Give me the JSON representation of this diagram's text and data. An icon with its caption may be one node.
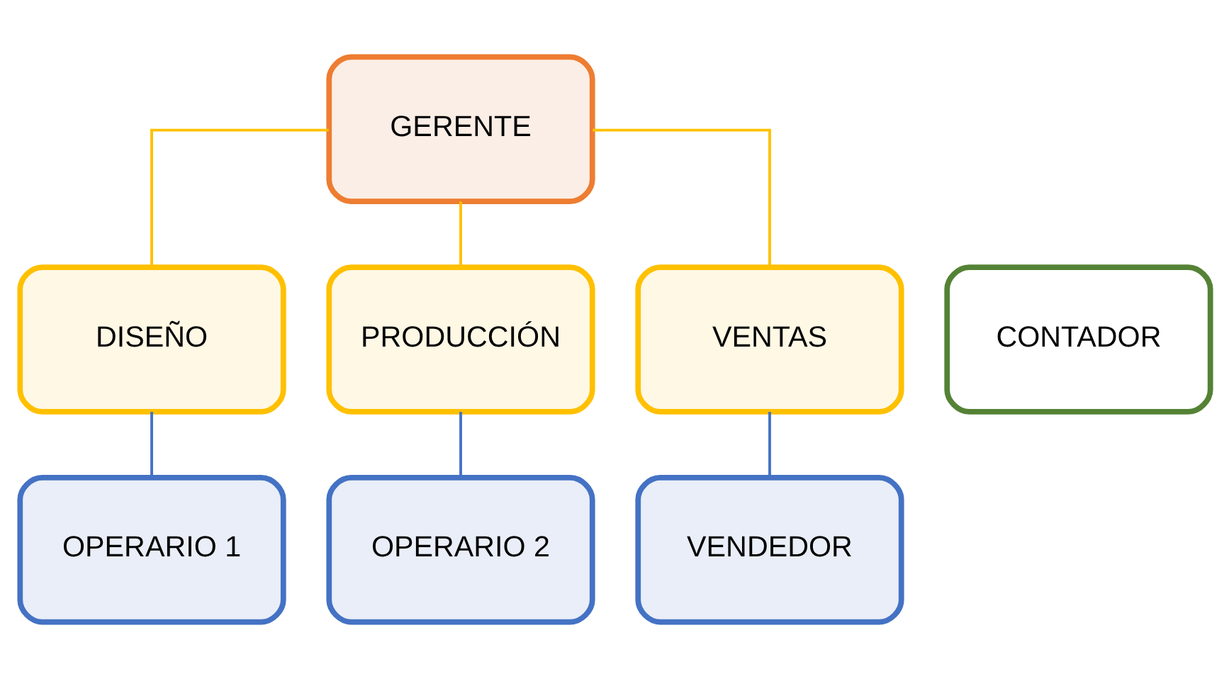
{
  "diagram": {
    "nodes": [
      {
        "text": [
          "GERENTE"
        ]
      },
      {
        "text": [
          "DISEÑO"
        ]
      },
      {
        "text": [
          "PRODUCCIÓN"
        ]
      },
      {
        "text": [
          "VENTAS"
        ]
      },
      {
        "text": [
          "CONTADOR"
        ]
      },
      {
        "text": [
          "OPERARIO 1"
        ]
      },
      {
        "text": [
          "OPERARIO 2"
        ]
      },
      {
        "text": [
          "VENDEDOR"
        ]
      }
    ],
    "edges": [
      {
        "from": 0,
        "to": 1,
        "arrow": "none"
      },
      {
        "from": 0,
        "to": 2,
        "arrow": "none"
      },
      {
        "from": 0,
        "to": 3,
        "arrow": "none"
      },
      {
        "from": 1,
        "to": 5,
        "arrow": "none",
        "color": "#4472c4"
      },
      {
        "from": 2,
        "to": 6,
        "arrow": "none",
        "color": "#4472c4"
      },
      {
        "from": 3,
        "to": 7,
        "arrow": "none",
        "color": "#4472c4"
      }
    ]
  }
}
